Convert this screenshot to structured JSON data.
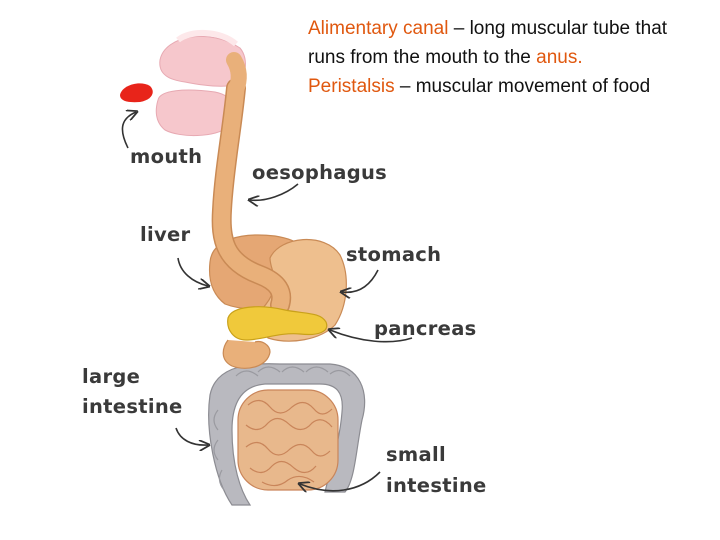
{
  "definitions": {
    "term1": "Alimentary canal",
    "text1": " – long muscular tube that runs from the mouth to the ",
    "term1_end": "anus.",
    "term2": "Peristalsis",
    "text2": " – muscular movement of food"
  },
  "labels": {
    "mouth": "mouth",
    "oesophagus": "oesophagus",
    "liver": "liver",
    "stomach": "stomach",
    "pancreas": "pancreas",
    "large_intestine_1": "large",
    "large_intestine_2": "intestine",
    "small_intestine_1": "small",
    "small_intestine_2": "intestine"
  },
  "colors": {
    "term": "#e0580f",
    "label": "#3a3a3a",
    "tract": "#e9b07a",
    "liver": "#e5a774",
    "pancreas": "#f0c93b",
    "large_intestine": "#b9b9bf",
    "small_intestine": "#e8b88c",
    "tongue": "#e8241a",
    "mouth_tissue": "#f6c7cc"
  }
}
